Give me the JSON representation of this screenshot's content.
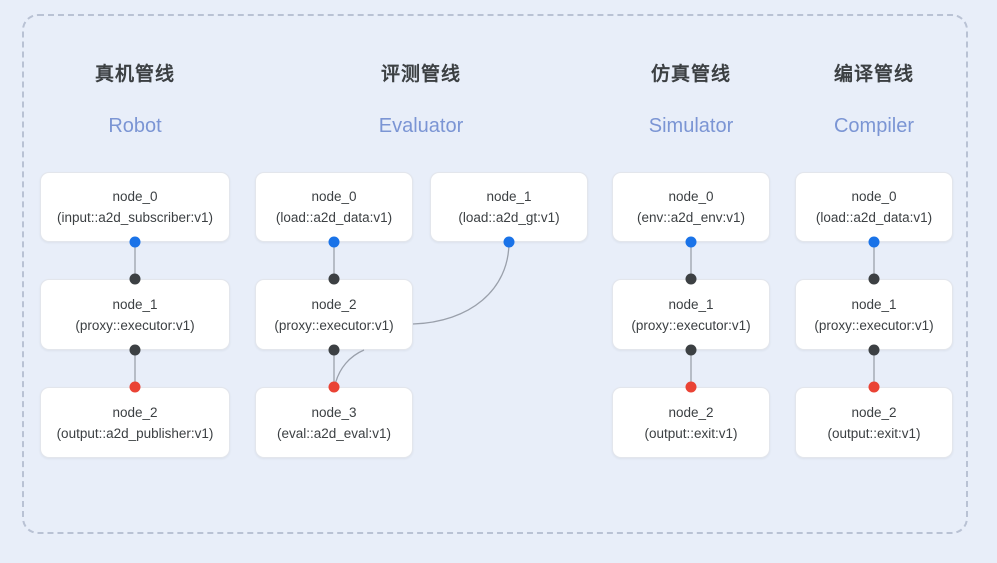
{
  "diagram": {
    "title_visible": false,
    "background_color": "#e8eef9",
    "frame_border_color": "#b9c2d4",
    "port_colors": {
      "input": "#1a73e8",
      "output": "#ea4335",
      "internal": "#3c4043"
    },
    "link_color": "#9aa0ab"
  },
  "columns": [
    {
      "cn_title": "真机管线",
      "en_title": "Robot",
      "nodes": [
        {
          "name": "node_0",
          "impl": "(input::a2d_subscriber:v1)"
        },
        {
          "name": "node_1",
          "impl": "(proxy::executor:v1)"
        },
        {
          "name": "node_2",
          "impl": "(output::a2d_publisher:v1)"
        }
      ]
    },
    {
      "cn_title": "评测管线",
      "en_title": "Evaluator",
      "nodes": [
        {
          "name": "node_0",
          "impl": "(load::a2d_data:v1)"
        },
        {
          "name": "node_1",
          "impl": "(load::a2d_gt:v1)"
        },
        {
          "name": "node_2",
          "impl": "(proxy::executor:v1)"
        },
        {
          "name": "node_3",
          "impl": "(eval::a2d_eval:v1)"
        }
      ]
    },
    {
      "cn_title": "仿真管线",
      "en_title": "Simulator",
      "nodes": [
        {
          "name": "node_0",
          "impl": "(env::a2d_env:v1)"
        },
        {
          "name": "node_1",
          "impl": "(proxy::executor:v1)"
        },
        {
          "name": "node_2",
          "impl": "(output::exit:v1)"
        }
      ]
    },
    {
      "cn_title": "编译管线",
      "en_title": "Compiler",
      "nodes": [
        {
          "name": "node_0",
          "impl": "(load::a2d_data:v1)"
        },
        {
          "name": "node_1",
          "impl": "(proxy::executor:v1)"
        },
        {
          "name": "node_2",
          "impl": "(output::exit:v1)"
        }
      ]
    }
  ]
}
